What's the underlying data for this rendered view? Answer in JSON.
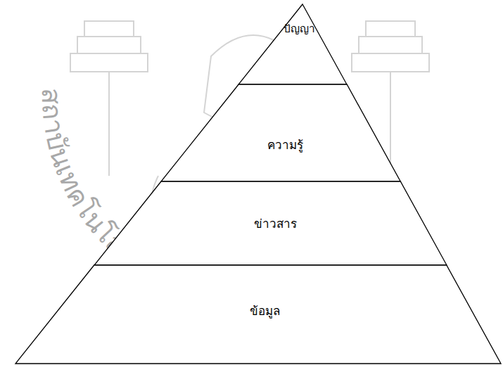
{
  "diagram": {
    "nodes": [
      {
        "text": [
          "ปัญญา"
        ]
      },
      {
        "text": [
          "ความรู้"
        ]
      },
      {
        "text": [
          "ข่าวสาร"
        ]
      },
      {
        "text": [
          "ข้อมูล"
        ]
      }
    ],
    "labels": [
      "สถาบันเทคโนโลยีพระจอมเกล้าเจ้าคุณทหาร"
    ]
  }
}
